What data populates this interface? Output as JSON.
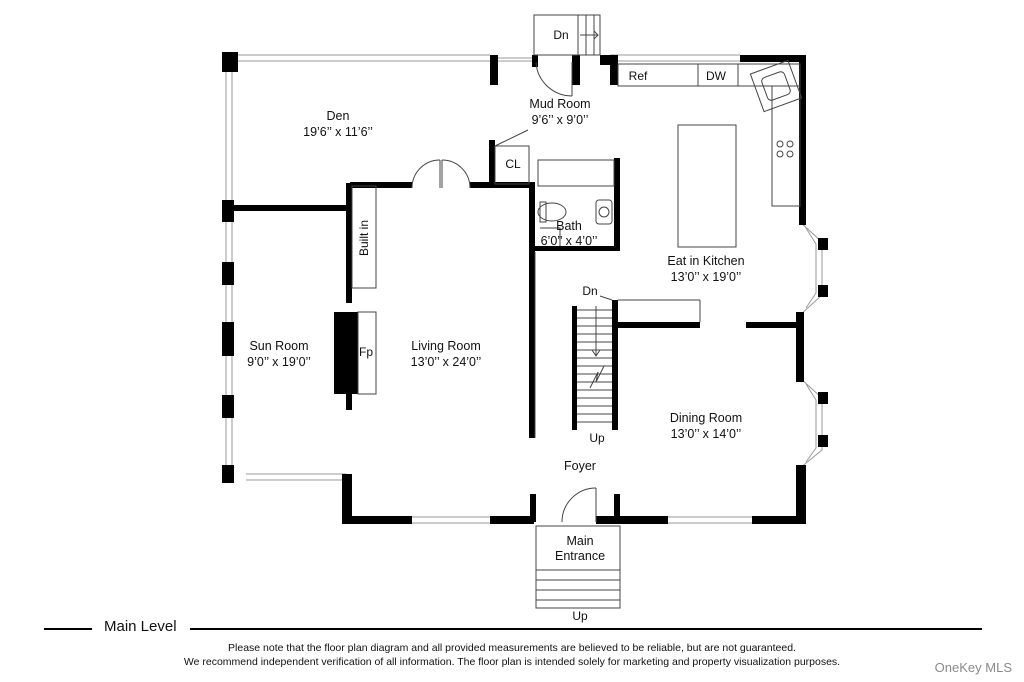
{
  "rooms": {
    "den": {
      "name": "Den",
      "size": "19’6’’ x 11’6’’"
    },
    "mud_room": {
      "name": "Mud Room",
      "size": "9’6’’ x 9’0’’"
    },
    "eat_in_kitchen": {
      "name": "Eat in Kitchen",
      "size": "13’0’’ x 19’0’’"
    },
    "bath": {
      "name": "Bath",
      "size": "6’0’’ x 4’0’’"
    },
    "sun_room": {
      "name": "Sun Room",
      "size": "9’0’’ x 19’0’’"
    },
    "living_room": {
      "name": "Living Room",
      "size": "13’0’’ x 24’0’’"
    },
    "dining_room": {
      "name": "Dining Room",
      "size": "13’0’’ x 14’0’’"
    }
  },
  "fixtures": {
    "closet": "CL",
    "built_in": "Built in",
    "fireplace": "Fp",
    "refrigerator": "Ref",
    "dishwasher": "DW"
  },
  "stairs": {
    "top_exit": "Dn",
    "basement": "Dn",
    "up_main": "Up",
    "up_entrance": "Up"
  },
  "areas": {
    "foyer": "Foyer",
    "main_entrance_line1": "Main",
    "main_entrance_line2": "Entrance"
  },
  "caption": "Main Level",
  "disclaimer": {
    "line1": "Please note that the floor plan diagram and all provided measurements are believed to be reliable, but are not guaranteed.",
    "line2": "We recommend independent verification of all information. The floor plan is intended solely for marketing and property visualization purposes."
  },
  "brand": "OneKey MLS",
  "colors": {
    "wall": "#000000",
    "line": "#444444",
    "window": "#9a9a9a",
    "background": "#ffffff"
  }
}
